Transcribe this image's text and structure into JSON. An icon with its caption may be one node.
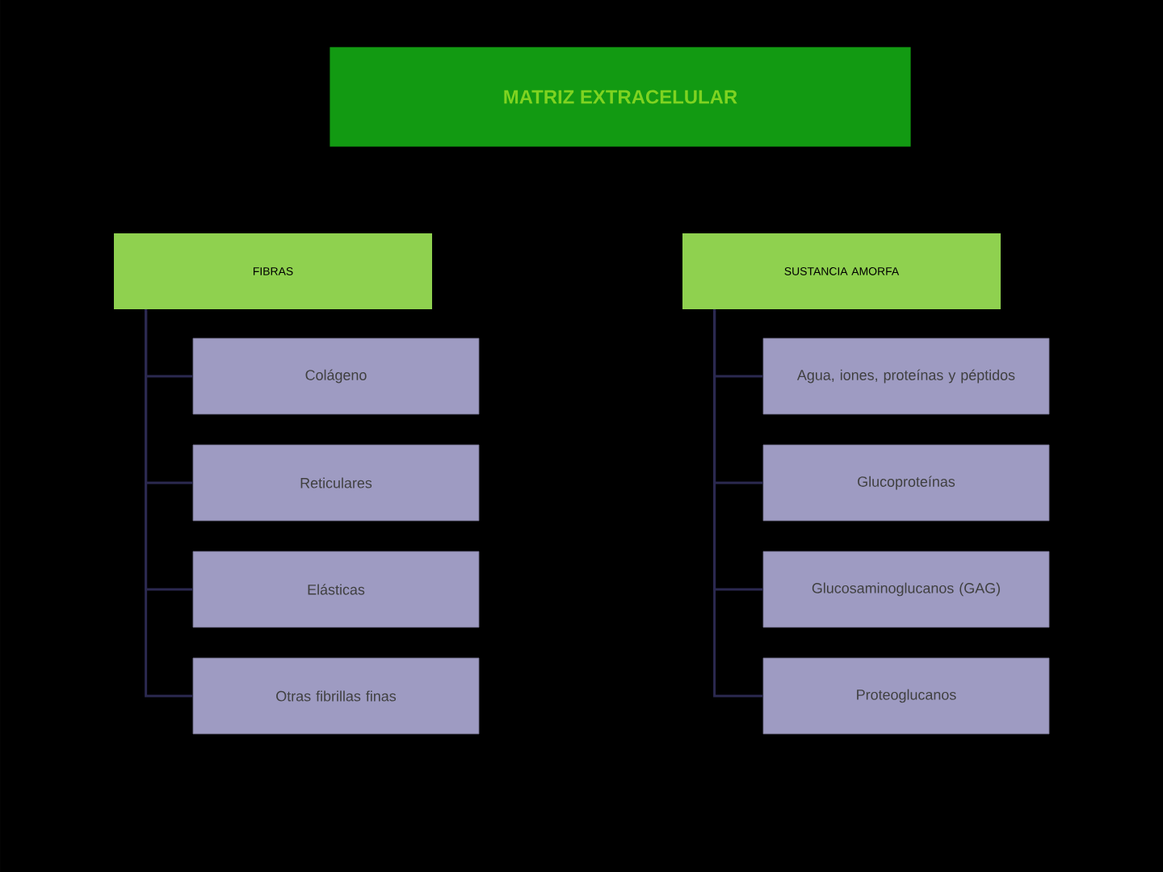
{
  "diagram": {
    "title": "MATRIZ EXTRACELULAR",
    "nodes": [
      {
        "text": [
          "FIBRAS"
        ]
      },
      {
        "text": [
          "Colágeno"
        ]
      },
      {
        "text": [
          "Reticulares"
        ]
      },
      {
        "text": [
          "Elásticas"
        ]
      },
      {
        "text": [
          "Otras fibrillas finas"
        ]
      },
      {
        "text": [
          "SUSTANCIA AMORFA"
        ]
      },
      {
        "text": [
          "Agua, iones, proteínas y péptidos"
        ]
      },
      {
        "text": [
          "Glucoproteínas"
        ]
      },
      {
        "text": [
          "Glucosaminoglucanos (GAG)"
        ]
      },
      {
        "text": [
          "Proteoglucanos"
        ]
      }
    ],
    "edges": [
      {
        "from": 0,
        "to": 1,
        "arrow": "none"
      },
      {
        "from": 0,
        "to": 2,
        "arrow": "none"
      },
      {
        "from": 0,
        "to": 3,
        "arrow": "none"
      },
      {
        "from": 0,
        "to": 4,
        "arrow": "none"
      },
      {
        "from": 5,
        "to": 6,
        "arrow": "none"
      },
      {
        "from": 5,
        "to": 7,
        "arrow": "none"
      },
      {
        "from": 5,
        "to": 8,
        "arrow": "none"
      },
      {
        "from": 5,
        "to": 9,
        "arrow": "none"
      }
    ]
  }
}
